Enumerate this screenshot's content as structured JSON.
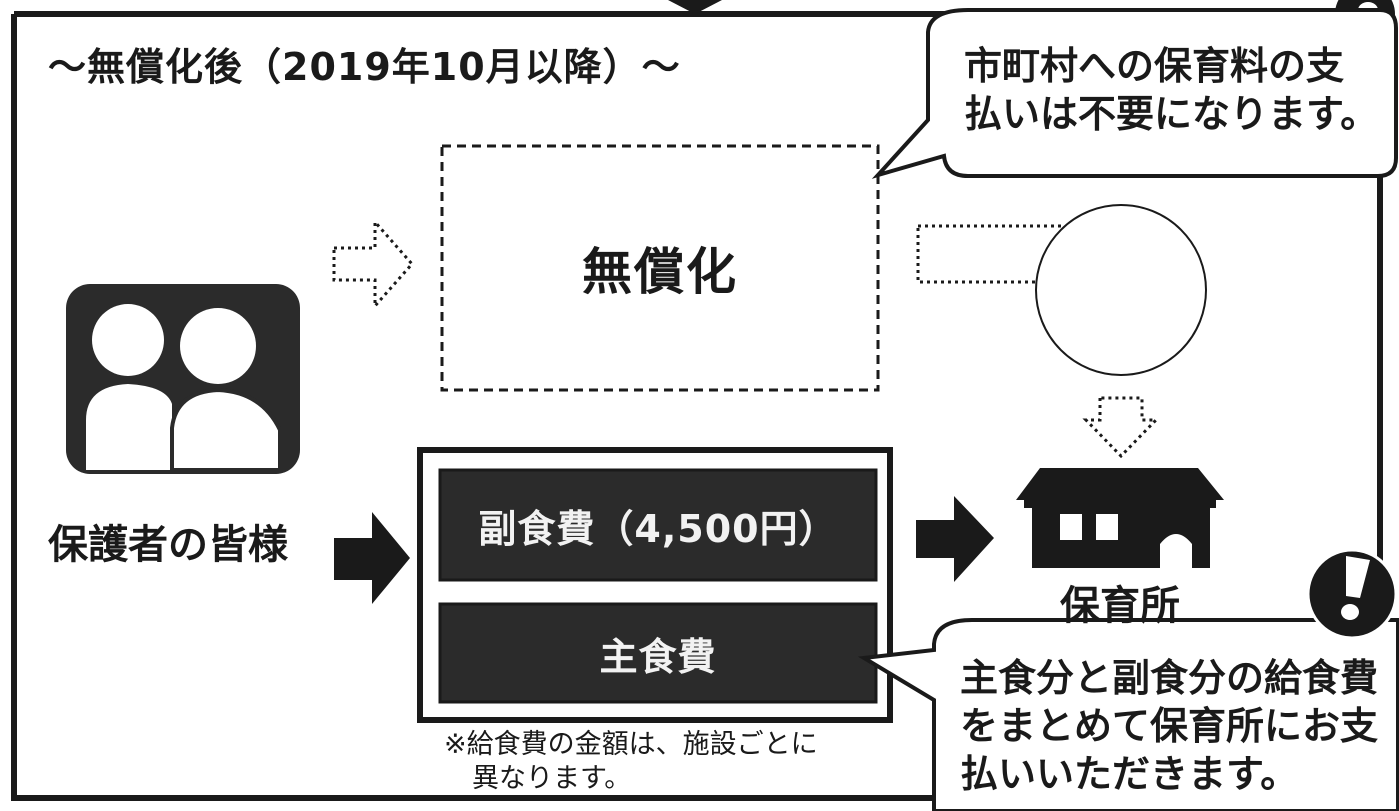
{
  "title": "〜無償化後（2019年10月以降）〜",
  "free_box": {
    "label": "無償化"
  },
  "bubble_top": {
    "line1": "市町村への保育料の支",
    "line2": "払いは不要になります。"
  },
  "guardians": {
    "label": "保護者の皆様",
    "icon": "two-people-icon"
  },
  "fees": {
    "side_dish": "副食費（4,500円）",
    "staple": "主食費"
  },
  "nursery": {
    "label": "保育所",
    "icon": "house-icon"
  },
  "note": {
    "line1": "※給食費の金額は、施設ごとに",
    "line2": "異なります。"
  },
  "bubble_bottom": {
    "line1": "主食分と副食分の給食費",
    "line2": "をまとめて保育所にお支",
    "line3": "払いいただきます。"
  },
  "badge": {
    "icon": "exclamation-icon"
  },
  "colors": {
    "ink": "#1a1a1a",
    "dark_fill": "#2b2b2b",
    "paper": "#ffffff"
  }
}
